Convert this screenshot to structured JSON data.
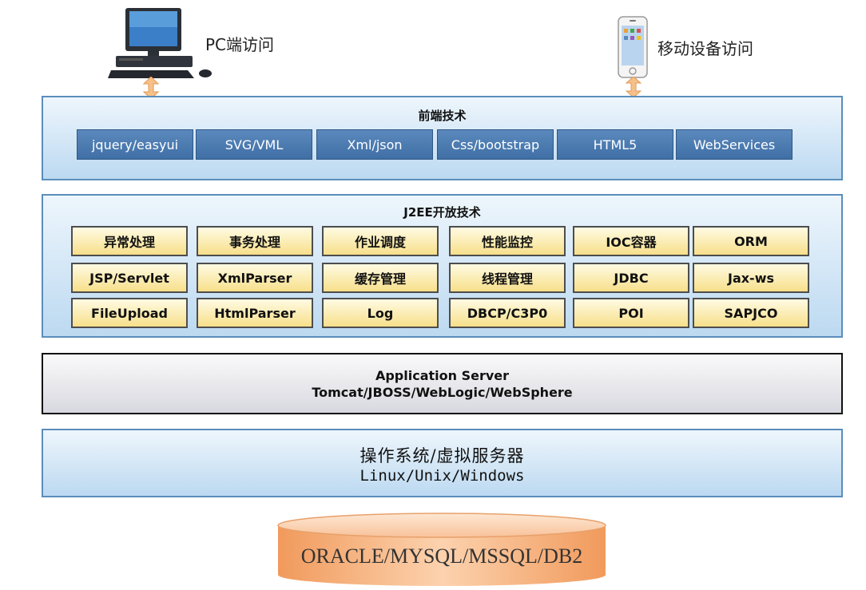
{
  "clients": {
    "pc_label": "PC端访问",
    "mobile_label": "移动设备访问"
  },
  "frontend": {
    "title": "前端技术",
    "items": [
      "jquery/easyui",
      "SVG/VML",
      "Xml/json",
      "Css/bootstrap",
      "HTML5",
      "WebServices"
    ]
  },
  "j2ee": {
    "title": "J2EE开放技术",
    "rows": [
      [
        "异常处理",
        "事务处理",
        "作业调度",
        "性能监控",
        "IOC容器",
        "ORM"
      ],
      [
        "JSP/Servlet",
        "XmlParser",
        "缓存管理",
        "线程管理",
        "JDBC",
        "Jax-ws"
      ],
      [
        "FileUpload",
        "HtmlParser",
        "Log",
        "DBCP/C3P0",
        "POI",
        "SAPJCO"
      ]
    ]
  },
  "app_server": {
    "line1": "Application Server",
    "line2": "Tomcat/JBOSS/WebLogic/WebSphere"
  },
  "os": {
    "title": "操作系统/虚拟服务器",
    "subtitle": "Linux/Unix/Windows"
  },
  "database": {
    "label": "ORACLE/MYSQL/MSSQL/DB2"
  },
  "colors": {
    "panel_border": "#5b8dbb",
    "chip_blue": "#4a7ab2",
    "chip_yellow": "#f7df8a",
    "arrow": "#f6c08a",
    "db_fill": "#f7b88a"
  }
}
